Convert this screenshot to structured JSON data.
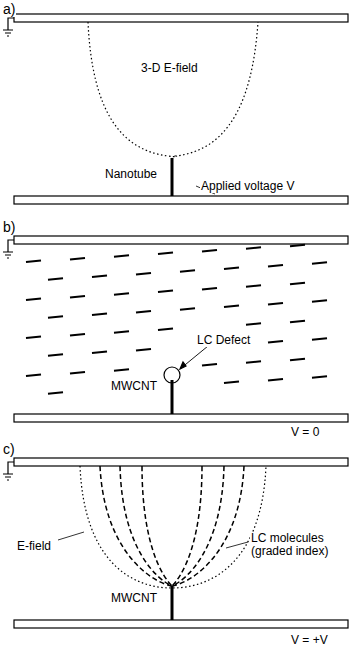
{
  "diagram": {
    "labels": [
      "a)",
      "3-D E-field",
      "Nanotube",
      "Applied voltage V",
      "b)",
      "LC Defect",
      "MWCNT",
      "V = 0",
      "c)",
      "E-field",
      "LC molecules (graded index)",
      "MWCNT",
      "V = +V"
    ]
  }
}
